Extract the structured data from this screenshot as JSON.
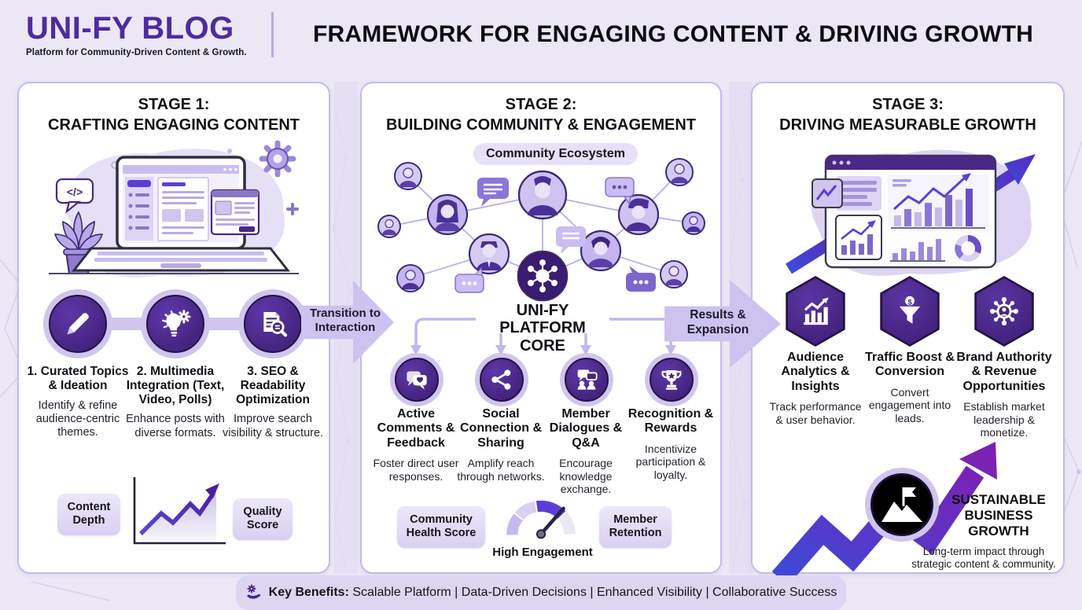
{
  "header": {
    "logo_title": "UNI-FY BLOG",
    "logo_tagline": "Platform for Community-Driven Content & Growth.",
    "main_title": "FRAMEWORK FOR ENGAGING CONTENT & DRIVING GROWTH"
  },
  "stage1": {
    "title_line1": "STAGE 1:",
    "title_line2": "CRAFTING ENGAGING CONTENT",
    "illustration": {
      "name": "laptop-content-editor-illustration",
      "code_bubble_text": "</>"
    },
    "items": [
      {
        "icon": "pencil-icon",
        "title": "1. Curated Topics & Ideation",
        "desc": "Identify & refine audience-centric themes."
      },
      {
        "icon": "lightbulb-gear-icon",
        "title": "2. Multimedia Integration (Text, Video, Polls)",
        "desc": "Enhance posts with diverse formats."
      },
      {
        "icon": "seo-doc-magnifier-icon",
        "title": "3. SEO & Readability Optimization",
        "desc": "Improve search visibility & structure."
      }
    ],
    "badge_left": "Content Depth",
    "badge_right": "Quality Score"
  },
  "transition1": {
    "label": "Transition to Interaction"
  },
  "stage2": {
    "title_line1": "STAGE 2:",
    "title_line2": "BUILDING COMMUNITY & ENGAGEMENT",
    "ecosystem_label": "Community Ecosystem",
    "core_label": "UNI-FY PLATFORM CORE",
    "items": [
      {
        "icon": "comments-heart-icon",
        "title": "Active Comments & Feedback",
        "desc": "Foster direct user responses."
      },
      {
        "icon": "share-icon",
        "title": "Social Connection & Sharing",
        "desc": "Amplify reach through networks."
      },
      {
        "icon": "dialogue-qa-icon",
        "title": "Member Dialogues & Q&A",
        "desc": "Encourage knowledge exchange."
      },
      {
        "icon": "trophy-icon",
        "title": "Recognition & Rewards",
        "desc": "Incentivize participation & loyalty."
      }
    ],
    "badge_left": "Community Health Score",
    "badge_right": "Member Retention",
    "gauge_label": "High Engagement"
  },
  "transition2": {
    "label": "Results & Expansion"
  },
  "stage3": {
    "title_line1": "STAGE 3:",
    "title_line2": "DRIVING MEASURABLE GROWTH",
    "illustration": {
      "name": "analytics-dashboard-illustration"
    },
    "items": [
      {
        "icon": "analytics-chart-icon",
        "title": "Audience Analytics & Insights",
        "desc": "Track performance & user behavior."
      },
      {
        "icon": "funnel-dollar-icon",
        "dollar_glyph": "$",
        "title": "Traffic Boost & Conversion",
        "desc": "Convert engagement into leads."
      },
      {
        "icon": "brand-network-icon",
        "title": "Brand Authority & Revenue Opportunities",
        "desc": "Establish market leadership & monetize."
      }
    ],
    "growth_title": "SUSTAINABLE BUSINESS GROWTH",
    "growth_desc": "Long-term impact through strategic content & community."
  },
  "footer": {
    "icon": "hand-gear-icon",
    "label": "Key Benefits:",
    "benefits_text": "Scalable Platform | Data-Driven Decisions | Enhanced Visibility | Collaborative Success"
  },
  "colors": {
    "page_bg": "#ebe7f5",
    "panel_border": "#c6bbe8",
    "brand_purple": "#4e2b9e",
    "dark_node_purple": "#3a1d70",
    "ring_lavender": "#cfc5ee",
    "gauge_highlight": "#5b3ed6",
    "growth_gradient_start": "#3d49d8",
    "growth_gradient_end": "#7a22b4"
  }
}
